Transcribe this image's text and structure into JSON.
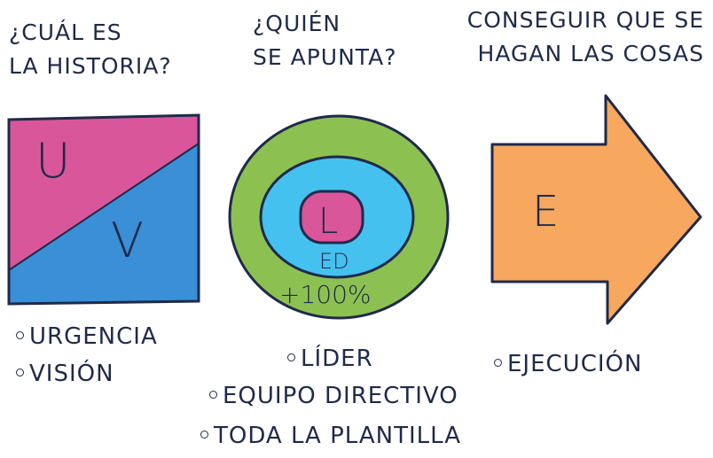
{
  "titles": {
    "col1": "¿CUÁL ES\nLA HISTORIA?",
    "col2": "¿QUIÉN\nSE APUNTA?",
    "col3": "CONSEGUIR QUE SE\nHAGAN LAS COSAS"
  },
  "shapes": {
    "square": {
      "top_letter": "U",
      "bottom_letter": "V",
      "top_color": "#d9569b",
      "bottom_color": "#3a8fd6"
    },
    "circles": {
      "center_letter": "L",
      "middle_letter": "ED",
      "outer_text": "+100%",
      "outer_color": "#8cc152",
      "middle_color": "#45c1f0",
      "center_color": "#d9569b"
    },
    "arrow": {
      "letter": "E",
      "color": "#f7a75e"
    }
  },
  "labels": {
    "col1": [
      "URGENCIA",
      "VISIÓN"
    ],
    "col2": [
      "LÍDER",
      "EQUIPO DIRECTIVO",
      "TODA LA PLANTILLA"
    ],
    "col3": [
      "EJECUCIÓN"
    ]
  }
}
